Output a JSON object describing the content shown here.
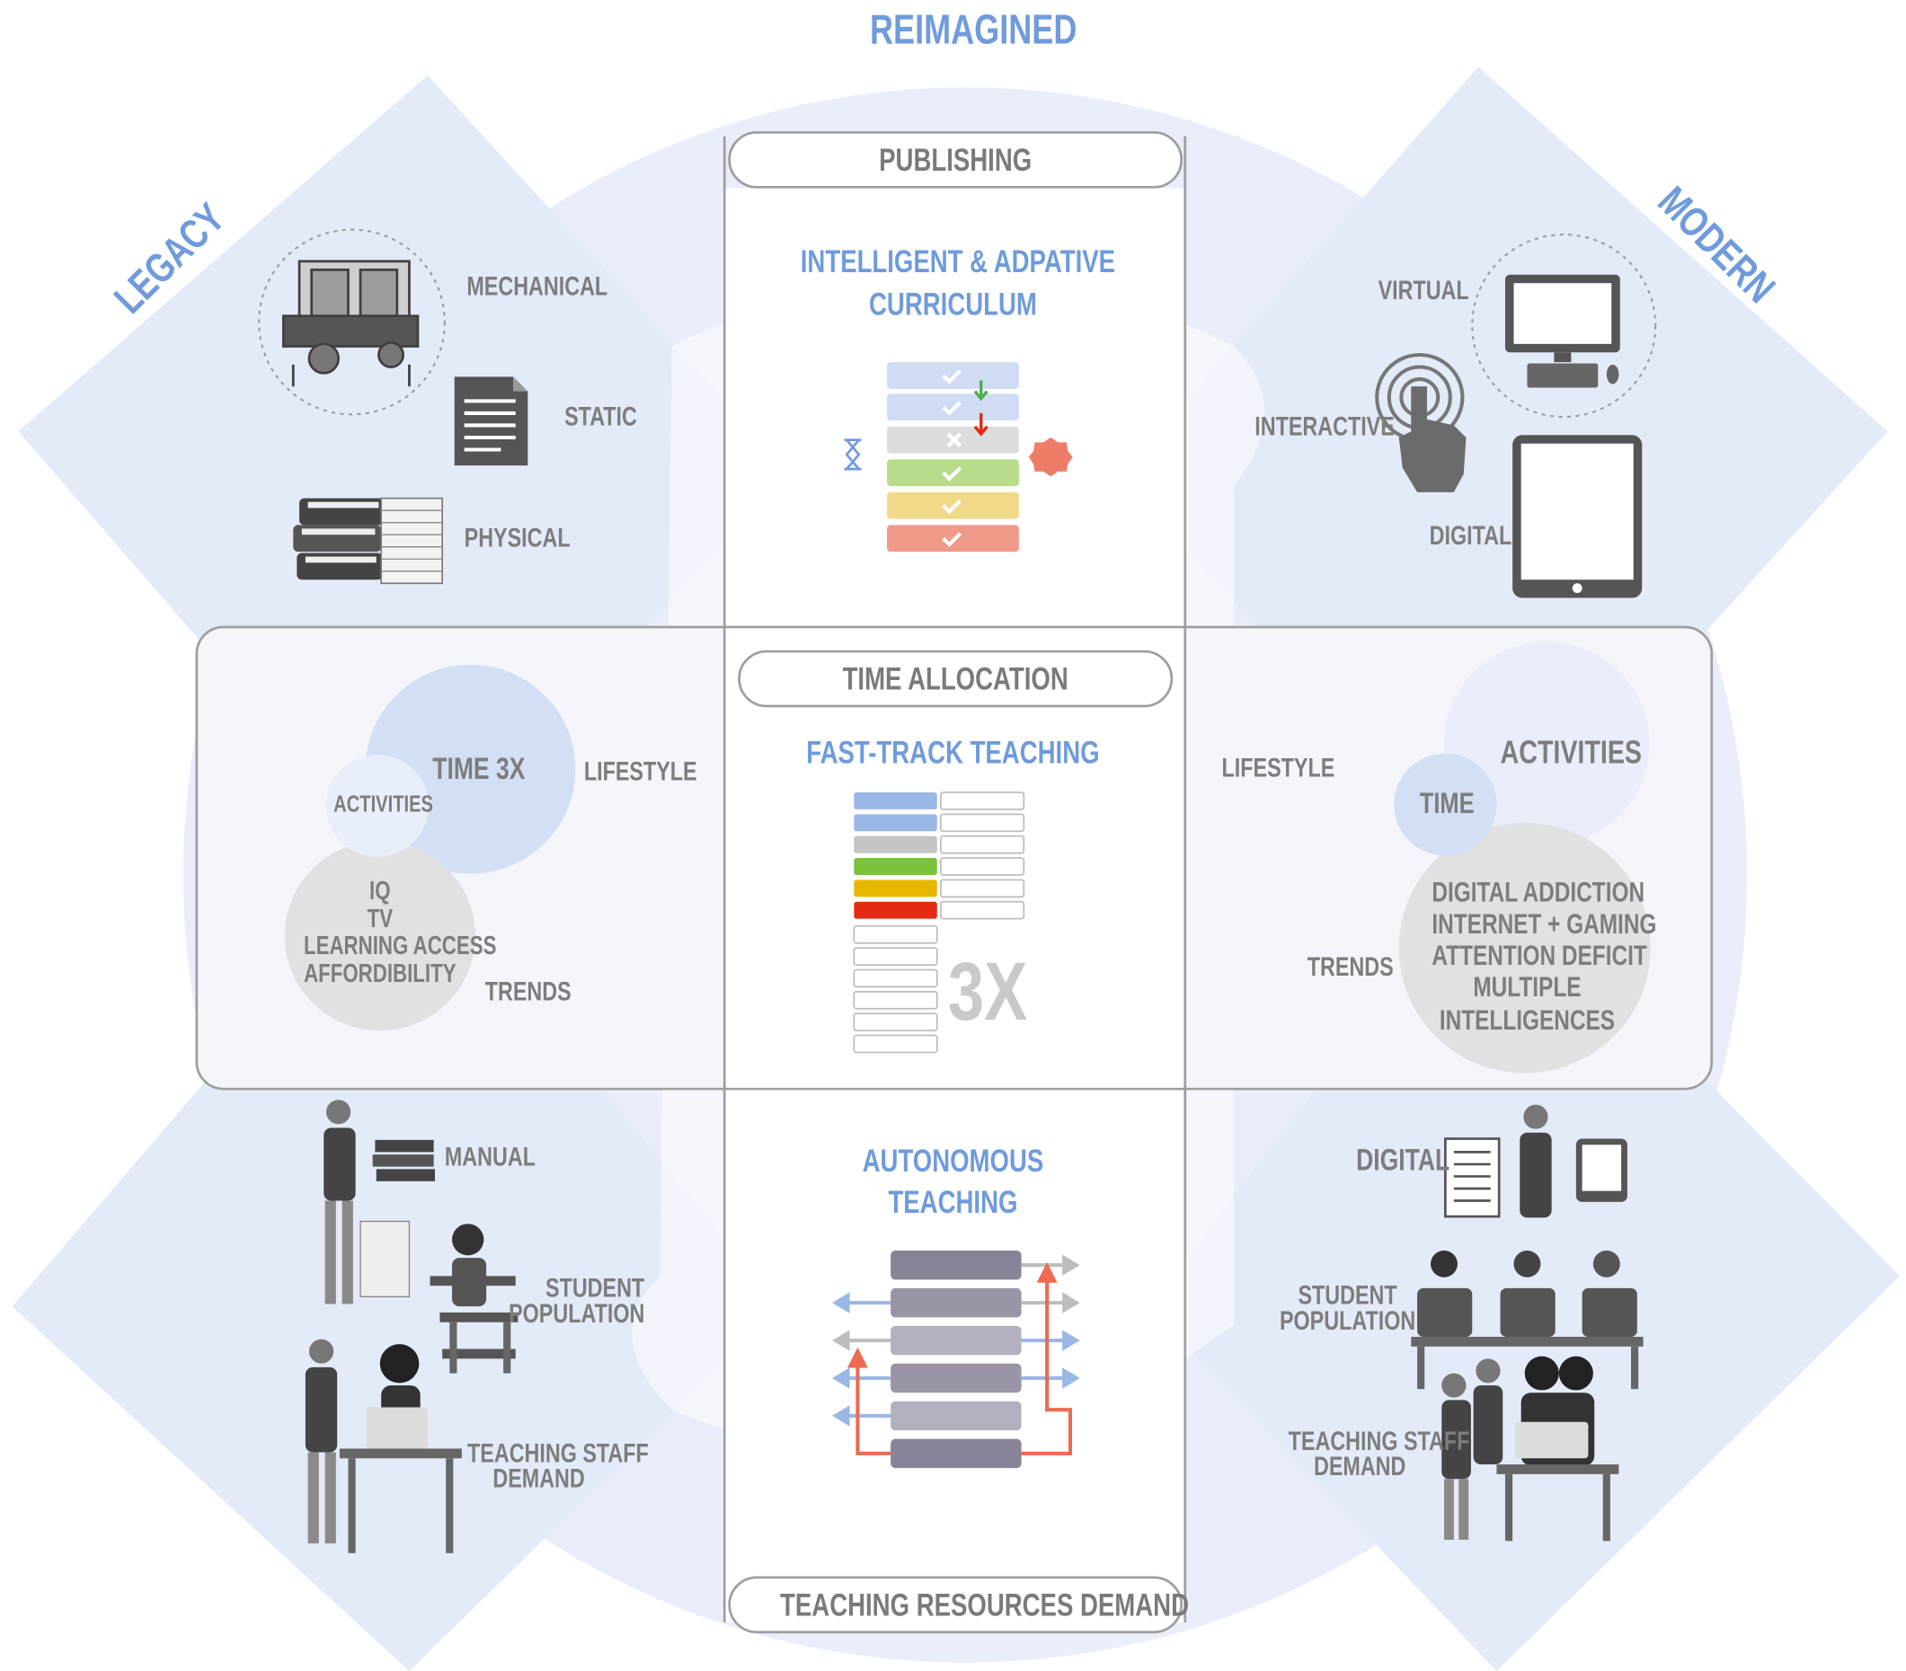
{
  "diagram": {
    "axis_labels": {
      "top": "REIMAGINED",
      "left": "LEGACY",
      "right": "MODERN"
    },
    "row_headers": {
      "publishing": "PUBLISHING",
      "time_allocation": "TIME ALLOCATION",
      "teaching_resources": "TEACHING RESOURCES DEMAND"
    },
    "reimagined": {
      "curriculum_line1": "INTELLIGENT & ADPATIVE",
      "curriculum_line2": "CURRICULUM",
      "fast_track": "FAST-TRACK TEACHING",
      "multiplier": "3X",
      "autonomous_line1": "AUTONOMOUS",
      "autonomous_line2": "TEACHING"
    },
    "legacy": {
      "mechanical": "MECHANICAL",
      "static": "STATIC",
      "physical": "PHYSICAL",
      "time": "TIME 3X",
      "activities": "ACTIVITIES",
      "lifestyle": "LIFESTYLE",
      "trends": "TRENDS",
      "trend_items": [
        "IQ",
        "TV",
        "LEARNING ACCESS",
        "AFFORDIBILITY"
      ],
      "manual": "MANUAL",
      "student_line1": "STUDENT",
      "student_line2": "POPULATION",
      "staff_line1": "TEACHING STAFF",
      "staff_line2": "DEMAND"
    },
    "modern": {
      "virtual": "VIRTUAL",
      "interactive": "INTERACTIVE",
      "digital": "DIGITAL",
      "lifestyle": "LIFESTYLE",
      "activities": "ACTIVITIES",
      "time": "TIME",
      "trends": "TRENDS",
      "trend_items": [
        "DIGITAL ADDICTION",
        "INTERNET + GAMING",
        "ATTENTION DEFICIT",
        "MULTIPLE",
        "INTELLIGENCES"
      ],
      "digital_teaching": "DIGITAL",
      "student_line1": "STUDENT",
      "student_line2": "POPULATION",
      "staff_line1": "TEACHING STAFF",
      "staff_line2": "DEMAND"
    },
    "colors": {
      "light_blue": "#e8eefa",
      "mid_blue": "#d3dff4",
      "accent_blue": "#6f9bdc",
      "gray_text": "#7d7d7d",
      "green": "#7cc33c",
      "yellow": "#e8b800",
      "red": "#e42a12",
      "salmon": "#ee7d68",
      "purple": "#8a8297"
    }
  }
}
